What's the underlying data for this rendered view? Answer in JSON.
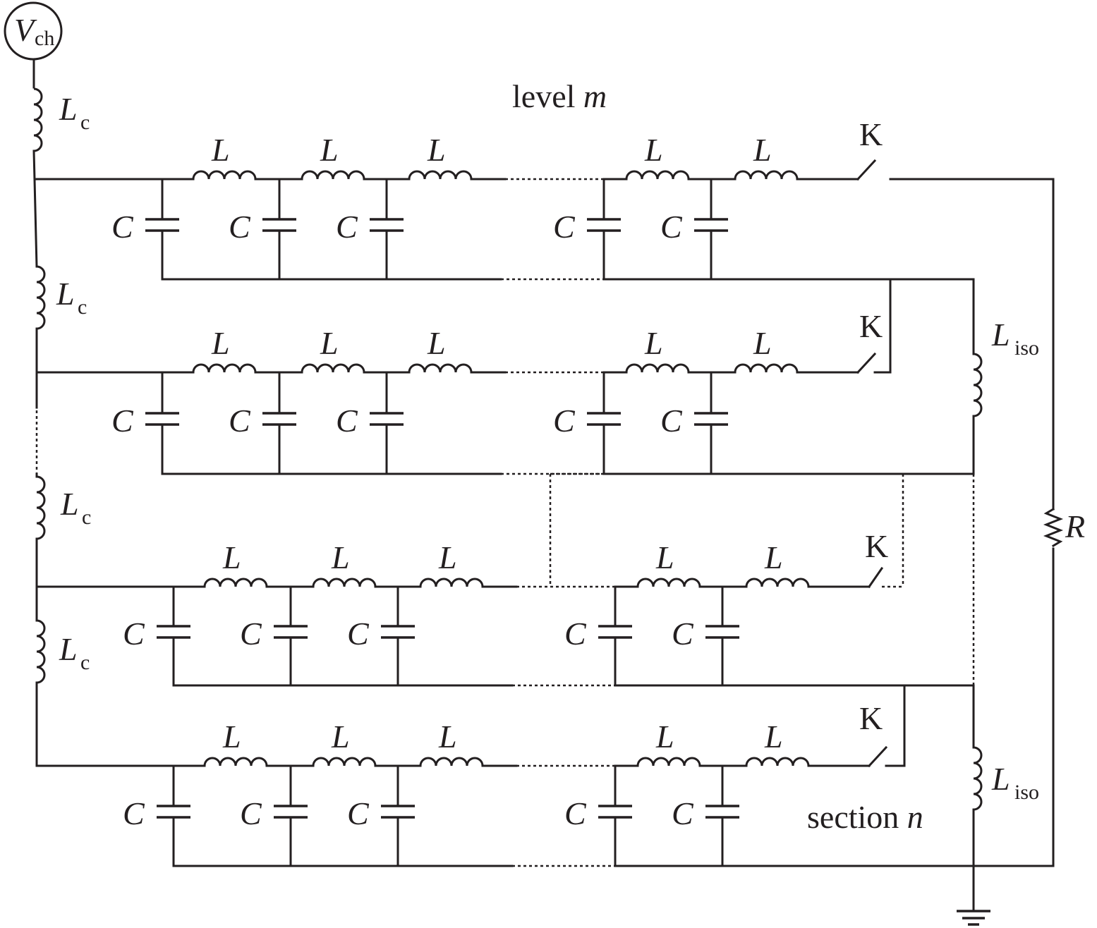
{
  "source": {
    "main": "V",
    "sub": "ch"
  },
  "series_inductor": "L",
  "shunt_capacitor": "C",
  "switch": "K",
  "coupling_inductor": {
    "main": "L",
    "sub": "c"
  },
  "isolation_inductor": {
    "main": "L",
    "sub": "iso"
  },
  "load_resistor": "R",
  "level_label": {
    "prefix": "level ",
    "var": "m"
  },
  "section_label": {
    "prefix": "section ",
    "var": "n"
  }
}
